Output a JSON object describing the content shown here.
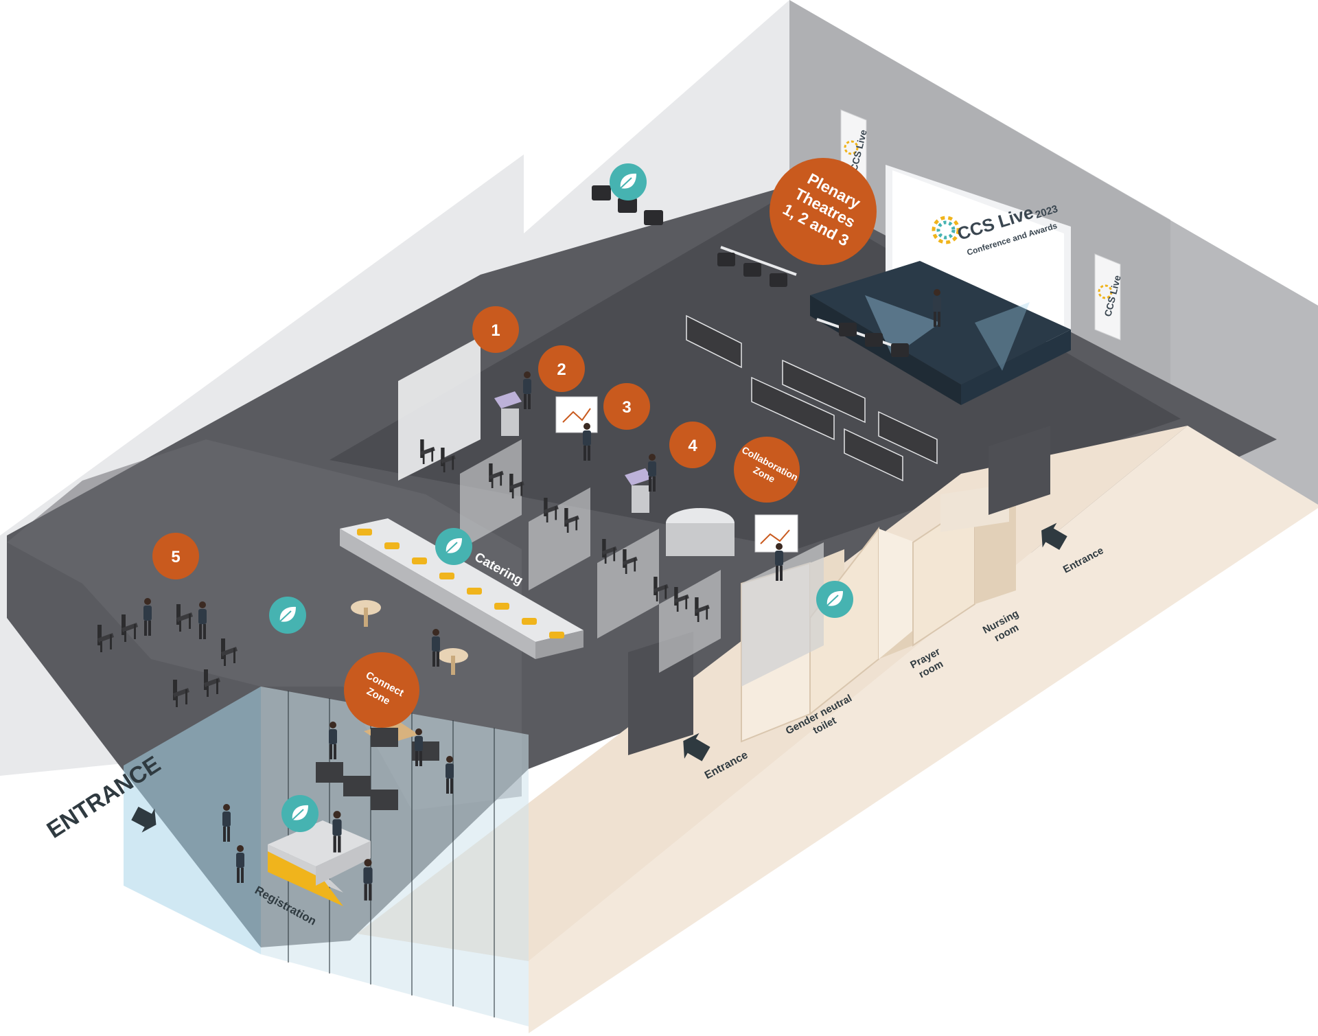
{
  "colors": {
    "zone_badge": "#c95a1e",
    "eco_badge": "#46b3b1",
    "floor_dark": "#55565b",
    "floor_theatre": "#4a4b50",
    "corridor": "#f3e8db",
    "wall_light": "#e6e7e9",
    "wall_grey": "#b3b4b7",
    "entrance_glass": "#a9d6ea",
    "registration_stripe": "#f0b41c"
  },
  "zones": {
    "plenary": {
      "line1": "Plenary",
      "line2": "Theatres",
      "line3": "1, 2 and 3"
    },
    "z1": "1",
    "z2": "2",
    "z3": "3",
    "z4": "4",
    "z5": "5",
    "collaboration": {
      "line1": "Collaboration",
      "line2": "Zone"
    },
    "connect": {
      "line1": "Connect",
      "line2": "Zone"
    }
  },
  "labels": {
    "catering": "Catering",
    "registration": "Registration",
    "main_entrance": "ENTRANCE",
    "side_entrance_1": "Entrance",
    "side_entrance_2": "Entrance",
    "toilet": {
      "line1": "Gender neutral",
      "line2": "toilet"
    },
    "prayer": {
      "line1": "Prayer",
      "line2": "room"
    },
    "nursing": {
      "line1": "Nursing",
      "line2": "room"
    }
  },
  "stage_screen": {
    "brand": "CCS Live",
    "year": "2023",
    "subtitle": "Conference and Awards"
  },
  "banners": {
    "left": "CCS Live",
    "right": "CCS Live"
  },
  "icons": {
    "eco": "leaf-icon",
    "arrow": "arrow-icon",
    "person": "person-icon",
    "chair": "chair-icon",
    "spotlight": "spotlight-icon"
  }
}
